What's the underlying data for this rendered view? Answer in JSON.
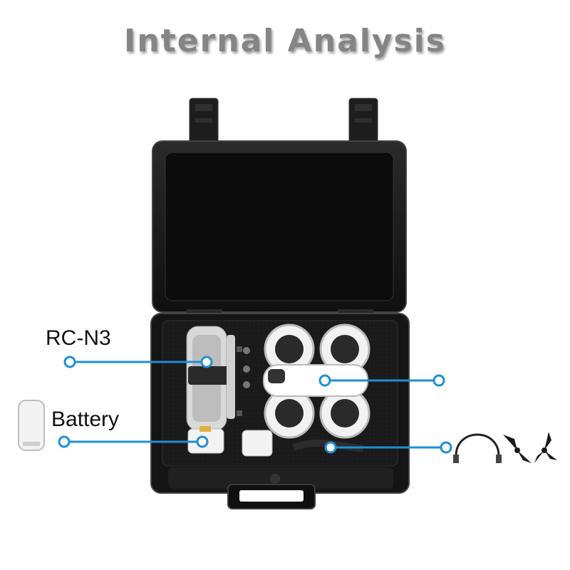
{
  "title": "Internal Analysis",
  "callouts": {
    "remote": "RC-N3",
    "battery": "Battery"
  },
  "colors": {
    "accent": "#1e8fd6",
    "case": "#161616",
    "title": "#858585"
  }
}
